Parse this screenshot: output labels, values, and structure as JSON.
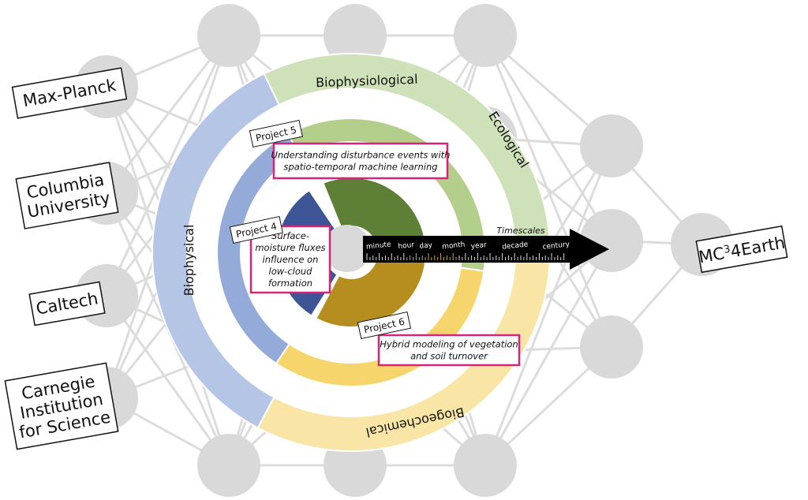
{
  "institutions": [
    "Max-Planck",
    "Columbia University",
    "Caltech",
    "Carnegie Institution for Science"
  ],
  "institution_lines": [
    [
      "Max-Planck"
    ],
    [
      "Columbia",
      "University"
    ],
    [
      "Caltech"
    ],
    [
      "Carnegie",
      "Institution",
      "for Science"
    ]
  ],
  "hub": {
    "label": "MC³4Earth",
    "prefix": "MC",
    "sup": "3",
    "suffix": "4Earth"
  },
  "outer_ring": {
    "biophysiological": "Biophysiological",
    "ecological": "Ecological",
    "biophysical": "Biophysical",
    "biogeochemical": "Biogeochemical"
  },
  "projects": [
    {
      "tag": "Project 5",
      "lines": [
        "Understanding disturbance events with",
        "spatio-temporal machine learning"
      ]
    },
    {
      "tag": "Project 4",
      "lines": [
        "Surface-",
        "moisture fluxes",
        "influence on",
        "low-cloud",
        "formation"
      ]
    },
    {
      "tag": "Project 6",
      "lines": [
        "Hybrid modeling of vegetation",
        "and soil turnover"
      ]
    }
  ],
  "timescales": {
    "title": "Timescales",
    "labels": [
      "minute",
      "hour",
      "day",
      "month",
      "year",
      "decade",
      "century"
    ]
  },
  "colors": {
    "node": "#d9d9d9",
    "outer_green": "#cfe1b8",
    "outer_yellow": "#f9e6a6",
    "outer_blue": "#b5c5e5",
    "mid_green": "#b4cf8c",
    "mid_yellow": "#f6d66c",
    "mid_blue": "#94aad9",
    "inner_green": "#5e7f36",
    "inner_ochre": "#b68e20",
    "inner_navy": "#3d5597",
    "project_border": "#d6247a"
  }
}
